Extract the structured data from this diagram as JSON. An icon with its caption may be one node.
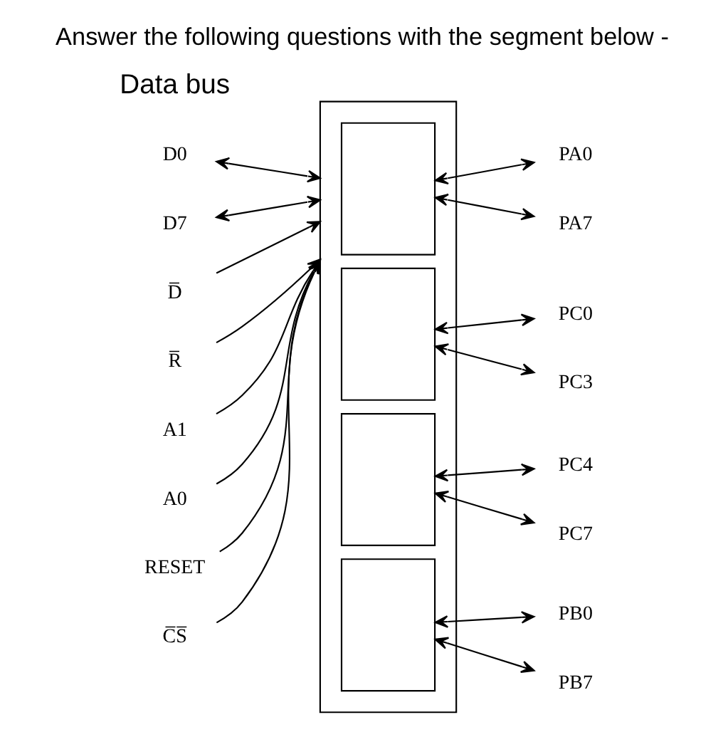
{
  "diagram": {
    "title": "Answer the following questions with the segment below -",
    "nodes": [
      {
        "text": [],
        "shape": "box"
      },
      {
        "text": [],
        "shape": "box",
        "in": 0
      },
      {
        "text": [],
        "shape": "box",
        "in": 0
      },
      {
        "text": [],
        "shape": "box",
        "in": 0
      },
      {
        "text": [],
        "shape": "box",
        "in": 0
      },
      {
        "text": [
          "D0"
        ]
      },
      {
        "text": [
          "D7"
        ]
      },
      {
        "text": [
          "D̅"
        ]
      },
      {
        "text": [
          "R̅"
        ]
      },
      {
        "text": [
          "A1"
        ]
      },
      {
        "text": [
          "A0"
        ]
      },
      {
        "text": [
          "RESET"
        ]
      },
      {
        "text": [
          "C̅S̅"
        ]
      },
      {
        "text": [
          "PA0"
        ]
      },
      {
        "text": [
          "PA7"
        ]
      },
      {
        "text": [
          "PC0"
        ]
      },
      {
        "text": [
          "PC3"
        ]
      },
      {
        "text": [
          "PC4"
        ]
      },
      {
        "text": [
          "PC7"
        ]
      },
      {
        "text": [
          "PB0"
        ]
      },
      {
        "text": [
          "PB7"
        ]
      }
    ],
    "edges": [
      {
        "from": 5,
        "to": 0,
        "arrow": "both"
      },
      {
        "from": 6,
        "to": 0,
        "arrow": "both"
      },
      {
        "from": 7,
        "to": 0,
        "arrow": "to"
      },
      {
        "from": 8,
        "to": 0,
        "arrow": "to"
      },
      {
        "from": 9,
        "to": 0,
        "arrow": "to"
      },
      {
        "from": 10,
        "to": 0,
        "arrow": "to"
      },
      {
        "from": 11,
        "to": 0,
        "arrow": "to"
      },
      {
        "from": 12,
        "to": 0,
        "arrow": "to"
      },
      {
        "from": 1,
        "to": 13,
        "arrow": "both"
      },
      {
        "from": 1,
        "to": 14,
        "arrow": "both"
      },
      {
        "from": 2,
        "to": 15,
        "arrow": "both"
      },
      {
        "from": 2,
        "to": 16,
        "arrow": "both"
      },
      {
        "from": 3,
        "to": 17,
        "arrow": "both"
      },
      {
        "from": 3,
        "to": 18,
        "arrow": "both"
      },
      {
        "from": 4,
        "to": 19,
        "arrow": "both"
      },
      {
        "from": 4,
        "to": 20,
        "arrow": "both"
      }
    ],
    "labels": [
      "Data bus"
    ]
  }
}
